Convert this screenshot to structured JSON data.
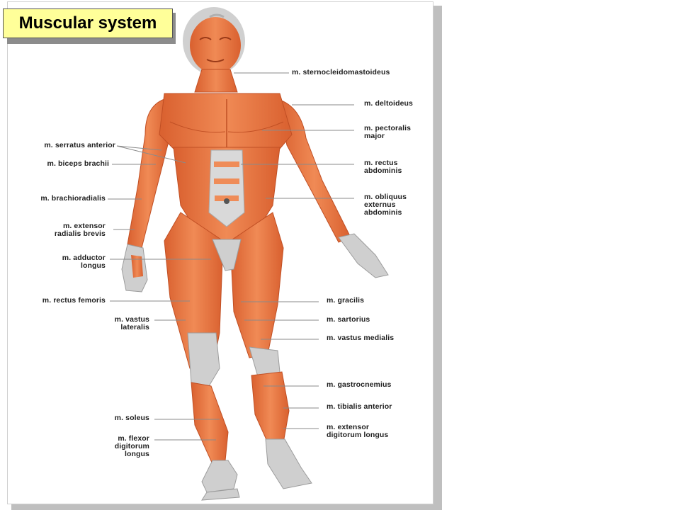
{
  "slide": {
    "title": "Muscular system",
    "title_bg": "#ffff99"
  },
  "colors": {
    "muscle": "#e8743f",
    "muscle_dark": "#c7532a",
    "tendon": "#cfcfcf",
    "leader": "#8a8a8a"
  },
  "labels": {
    "sternocleidomastoideus": "m. sternocleidomastoideus",
    "deltoideus": "m. deltoideus",
    "pectoralis_major": "m. pectoralis\nmajor",
    "rectus_abdominis": "m. rectus\nabdominis",
    "obliquus_externus": "m. obliquus\nexternus\nabdominis",
    "gracilis": "m. gracilis",
    "sartorius": "m. sartorius",
    "vastus_medialis": "m. vastus medialis",
    "gastrocnemius": "m. gastrocnemius",
    "tibialis_anterior": "m. tibialis anterior",
    "extensor_digitorum": "m. extensor\ndigitorum longus",
    "serratus_anterior": "m. serratus anterior",
    "biceps_brachii": "m. biceps brachii",
    "brachioradialis": "m. brachioradialis",
    "extensor_radialis": "m. extensor\nradialis brevis",
    "adductor_longus": "m. adductor\nlongus",
    "rectus_femoris": "m. rectus femoris",
    "vastus_lateralis": "m. vastus\nlateralis",
    "soleus": "m. soleus",
    "flexor_digitorum": "m. flexor\ndigitorum\nlongus"
  }
}
